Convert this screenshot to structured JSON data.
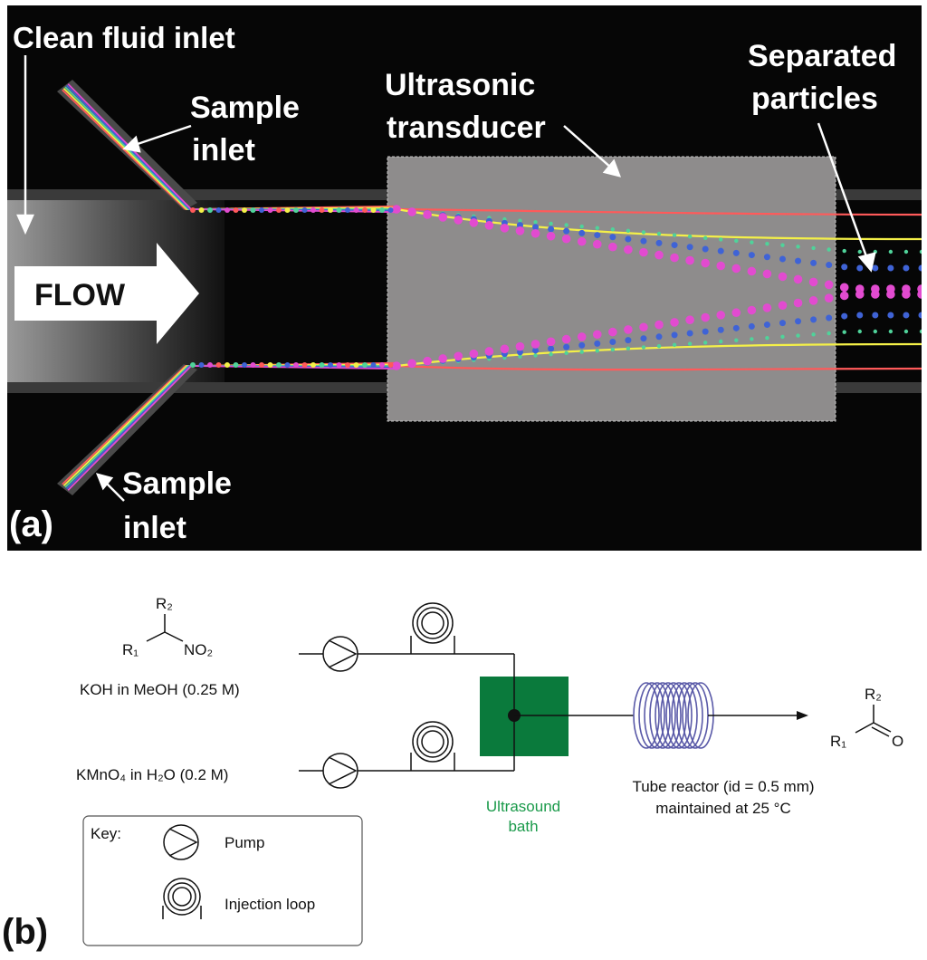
{
  "panel_a": {
    "panel_label": "(a)",
    "clean_inlet": "Clean fluid inlet",
    "sample_inlet_top": [
      "Sample",
      "inlet"
    ],
    "sample_inlet_bottom": [
      "Sample",
      "inlet"
    ],
    "transducer": [
      "Ultrasonic",
      "transducer"
    ],
    "separated": [
      "Separated",
      "particles"
    ],
    "flow": "FLOW",
    "colors": {
      "background": "#060606",
      "channel": "#3a3a3a",
      "transducer": "#8e8c8c",
      "red": "#ff5a5a",
      "yellow": "#f4f048",
      "green": "#4fd39a",
      "blue": "#3f63d6",
      "magenta": "#e24bd0"
    }
  },
  "panel_b": {
    "panel_label": "(b)",
    "reagent1": {
      "r2": "R₂",
      "r1": "R₁",
      "no2": "NO₂",
      "solvent": "KOH in MeOH (0.25 M)"
    },
    "reagent2": "KMnO₄ in H₂O (0.2 M)",
    "bath_label": [
      "Ultrasound",
      "bath"
    ],
    "reactor_label": [
      "Tube reactor (id = 0.5 mm)",
      "maintained at 25 °C"
    ],
    "product": {
      "r2": "R₂",
      "r1": "R₁",
      "o": "O"
    },
    "key": {
      "title": "Key:",
      "pump": "Pump",
      "loop": "Injection loop"
    },
    "colors": {
      "bath": "#0a7a3c",
      "bath_text": "#1a9a4a",
      "coil": "#5a5aa8"
    }
  }
}
